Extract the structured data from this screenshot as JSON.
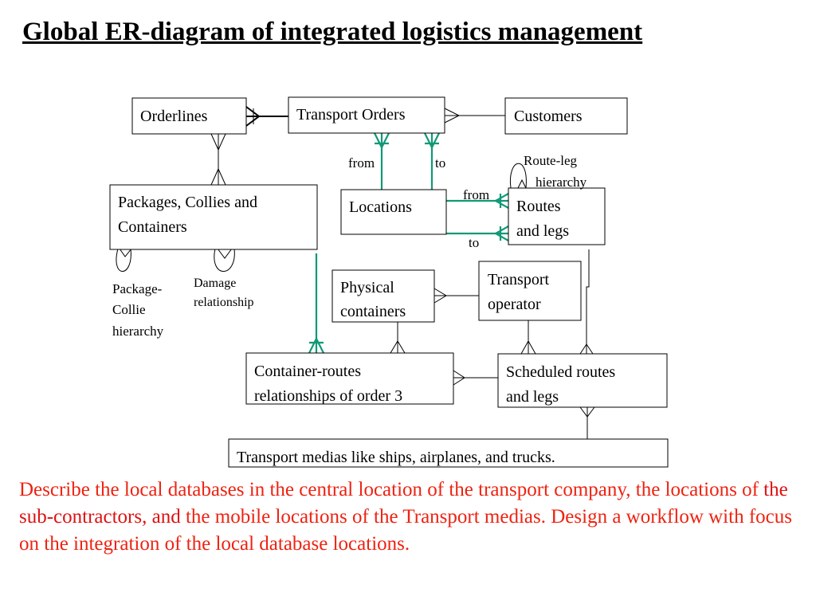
{
  "title": "Global ER-diagram of integrated logistics management",
  "entities": {
    "orderlines": "Orderlines",
    "transport_orders": "Transport Orders",
    "customers": "Customers",
    "packages_line1": "Packages, Collies and",
    "packages_line2": "Containers",
    "locations": "Locations",
    "routes_line1": "Routes",
    "routes_line2": "and legs",
    "physical_line1": "Physical",
    "physical_line2": "containers",
    "operator_line1": "Transport",
    "operator_line2": "operator",
    "cr_line1": "Container-routes",
    "cr_line2": "relationships of order 3",
    "sched_line1": "Scheduled routes",
    "sched_line2": "and legs",
    "media": "Transport medias like ships, airplanes, and trucks."
  },
  "labels": {
    "from_1": "from",
    "to_1": "to",
    "from_2": "from",
    "to_2": "to",
    "route_leg_1": "Route-leg",
    "route_leg_2": "hierarchy",
    "pkg_h_1": "Package-",
    "pkg_h_2": "Collie",
    "pkg_h_3": "hierarchy",
    "damage_1": "Damage",
    "damage_2": "relationship"
  },
  "description": {
    "part1": "Describe the local databases in the central location of the transport company, the locations of ",
    "part2": "the sub-contractors, and",
    "part3": " the mobile locations of the Transport medias. Design a workflow with focus on the integration of the local database locations."
  },
  "colors": {
    "relationship_highlight": "#119977",
    "description_text": "#ee2211"
  }
}
